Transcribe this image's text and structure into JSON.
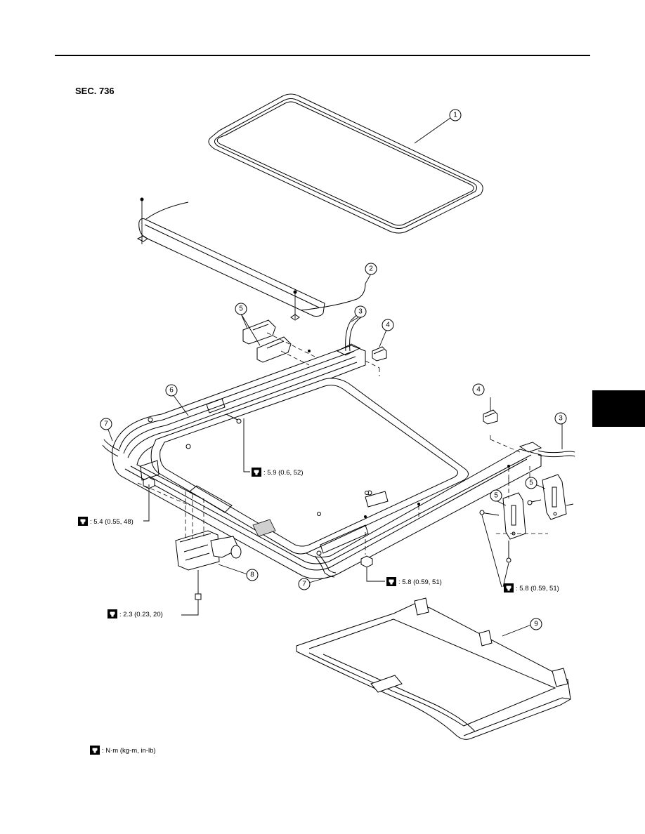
{
  "section": "SEC. 736",
  "callouts": [
    "1",
    "2",
    "3",
    "4",
    "5",
    "6",
    "7",
    "8",
    "9"
  ],
  "torque": {
    "t1": ": 5.9 (0.6, 52)",
    "t2": ": 5.4 (0.55, 48)",
    "t3": ": 5.8 (0.59, 51)",
    "t4": ": 5.8 (0.59, 51)",
    "t5": ": 2.3 (0.23, 20)"
  },
  "legend": ": N·m (kg-m, in-lb)",
  "icons": [
    "torque-wrench-icon"
  ]
}
